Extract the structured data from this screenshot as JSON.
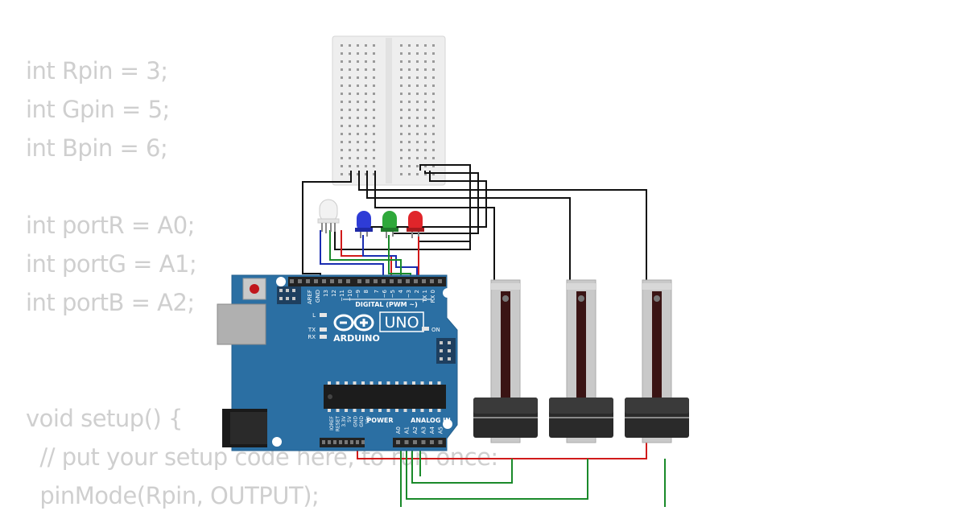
{
  "code_lines": [
    "int Rpin = 3;",
    "int Gpin = 5;",
    "int Bpin = 6;",
    "",
    "int portR = A0;",
    "int portG = A1;",
    "int portB = A2;",
    "",
    "",
    "void setup() {",
    "  // put your setup code here, to run once:",
    "  pinMode(Rpin, OUTPUT);"
  ],
  "board": {
    "model": "UNO",
    "brand": "ARDUINO",
    "digital_label": "DIGITAL (PWM ~)",
    "power_label": "POWER",
    "analog_label": "ANALOG IN",
    "on_label": "ON",
    "l_label": "L",
    "tx_label": "TX",
    "rx_label": "RX",
    "top_pins": [
      "AREF",
      "GND",
      "13",
      "12",
      "~11",
      "~10",
      "~9",
      "8",
      "7",
      "~6",
      "~5",
      "4",
      "~3",
      "2",
      "TX 1",
      "RX 0"
    ],
    "power_pins": [
      "IOREF",
      "RESET",
      "3.3V",
      "5V",
      "GND",
      "GND",
      "Vin"
    ],
    "analog_pins": [
      "A0",
      "A1",
      "A2",
      "A3",
      "A4",
      "A5"
    ]
  },
  "components": {
    "leds": [
      {
        "name": "rgb-led",
        "color": "#eeeeee"
      },
      {
        "name": "blue-led",
        "color": "#2e3cd6"
      },
      {
        "name": "green-led",
        "color": "#2ea83a"
      },
      {
        "name": "red-led",
        "color": "#e0252a"
      }
    ],
    "sliders": [
      "slide-potentiometer-1",
      "slide-potentiometer-2",
      "slide-potentiometer-3"
    ]
  },
  "colors": {
    "code_text": "#cfcfcf",
    "pcb": "#2b6fa3",
    "wire_black": "#111111",
    "wire_red": "#d11a1a",
    "wire_green": "#1a8a2a",
    "wire_blue": "#1a2db0"
  }
}
